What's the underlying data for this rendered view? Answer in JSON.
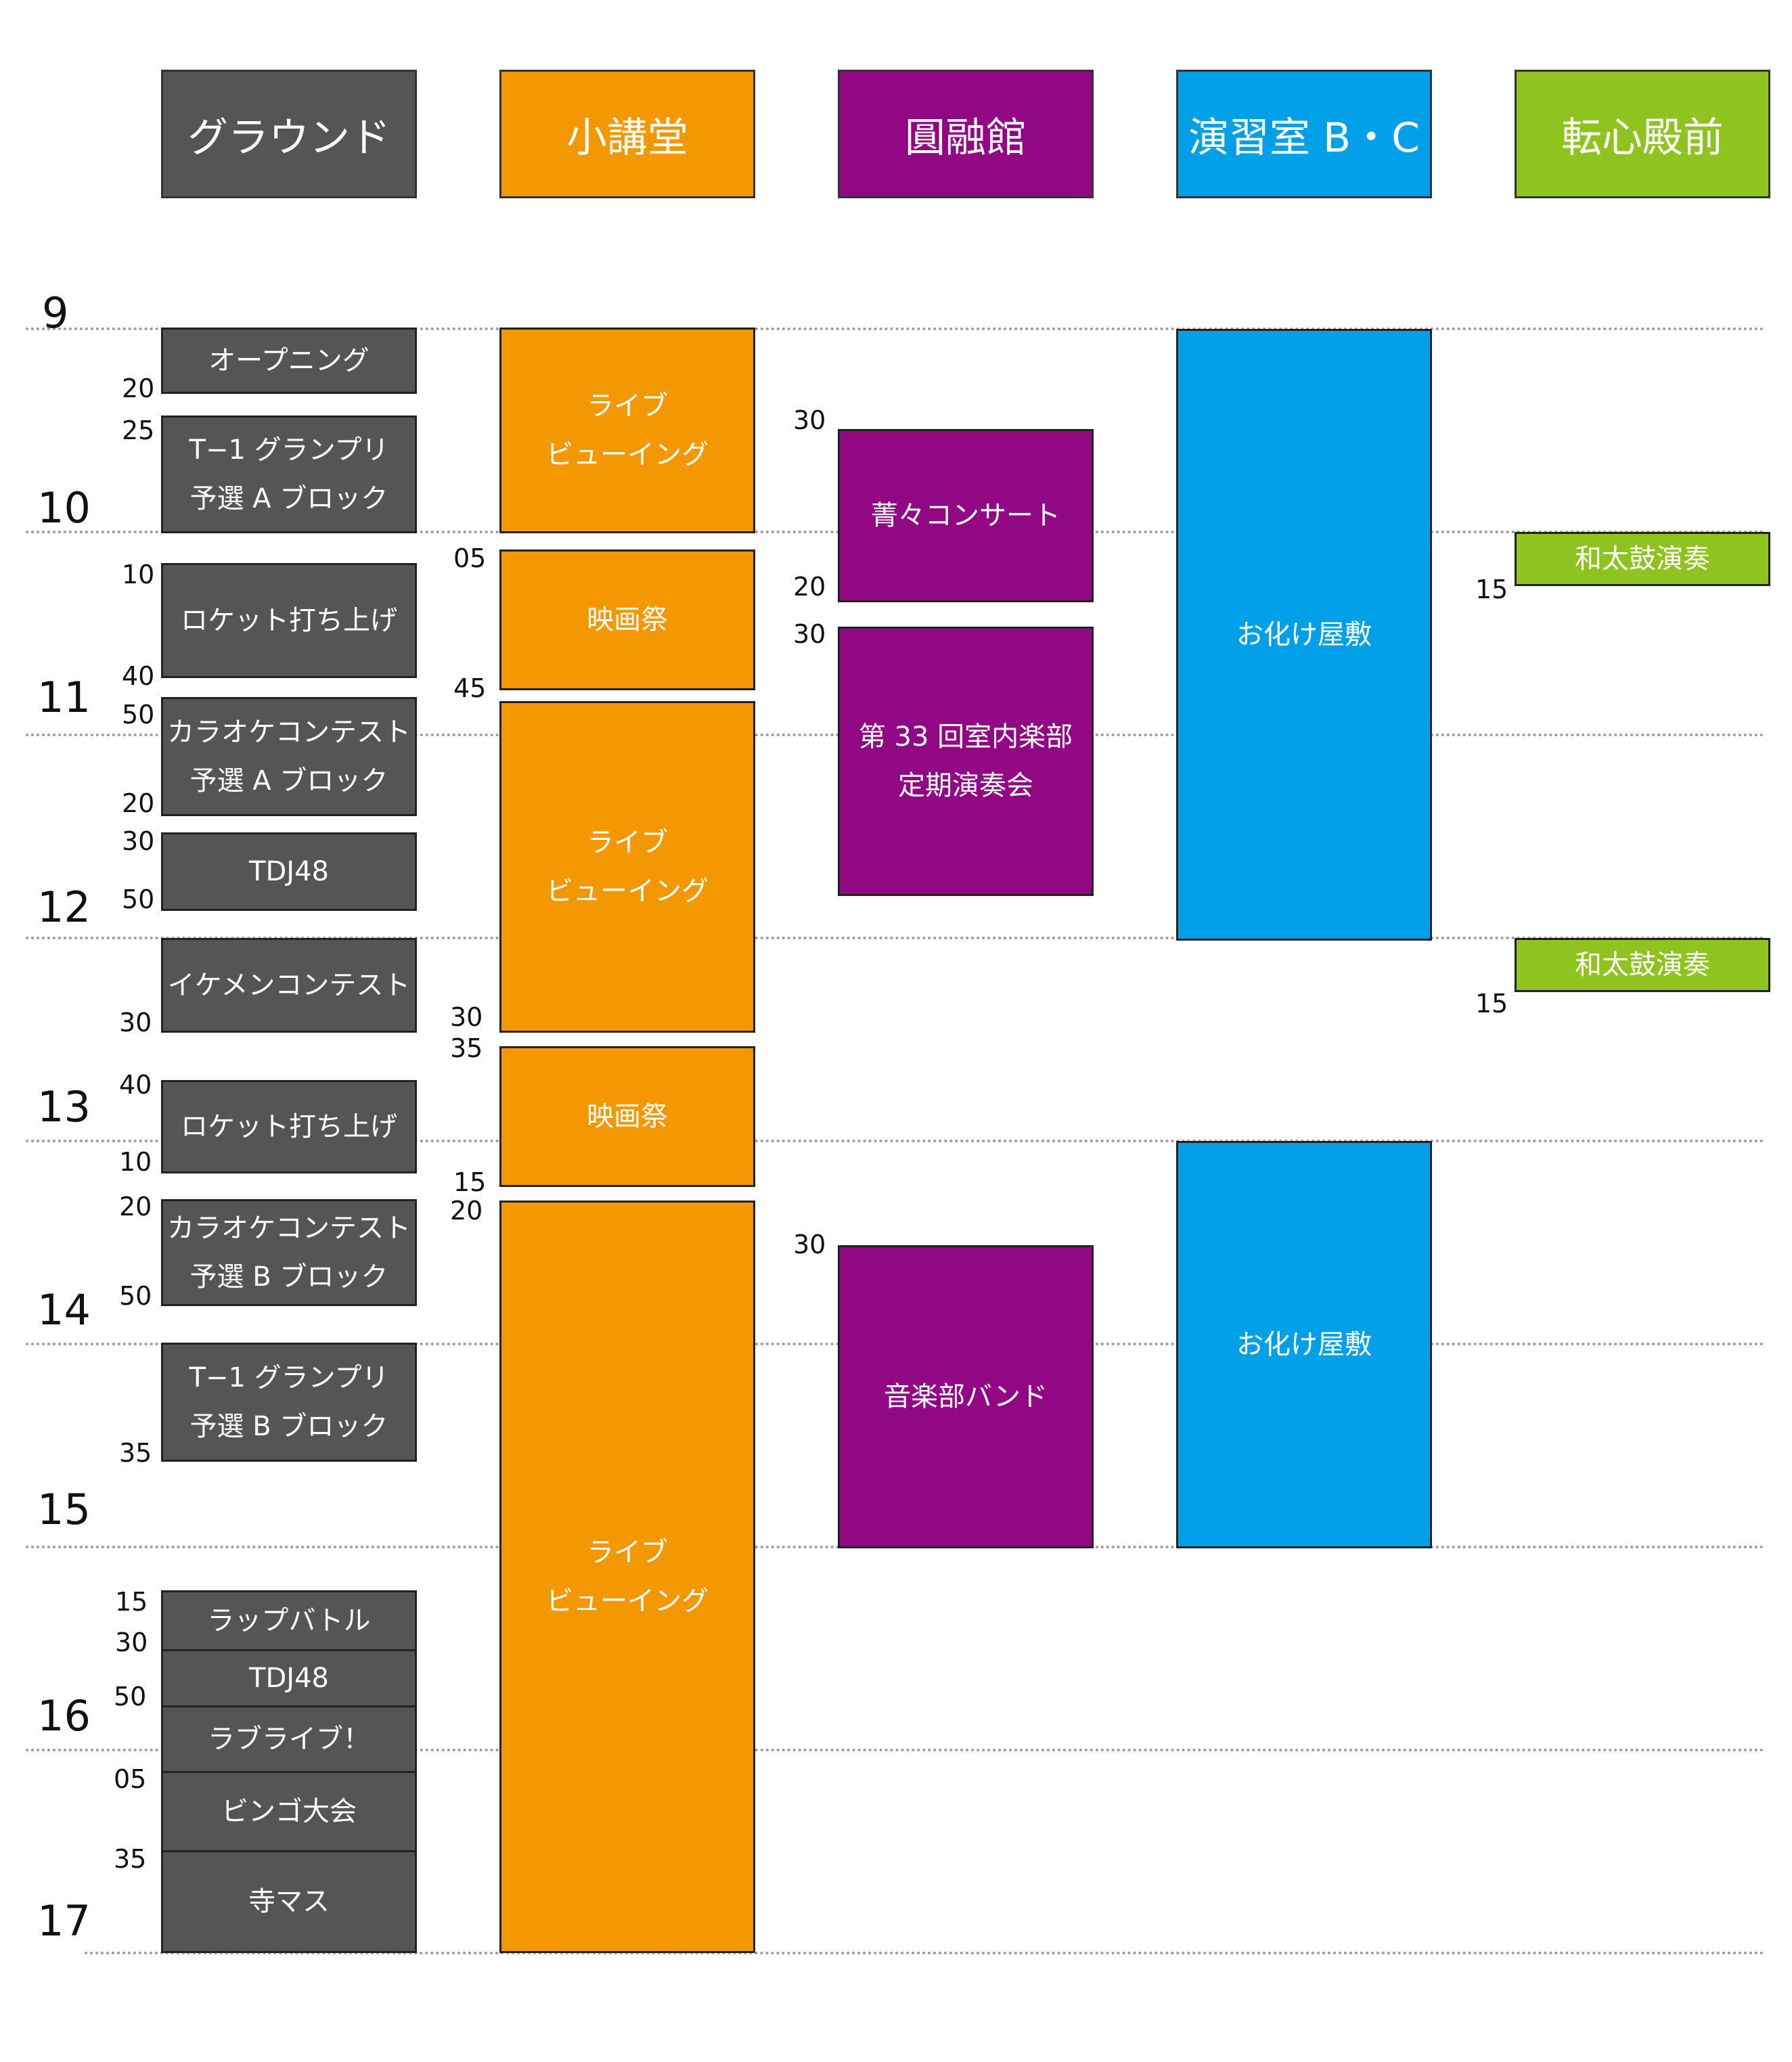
{
  "colors": {
    "ground": "#555555",
    "hall": "#f39800",
    "yuugi": "#920783",
    "practice": "#00a0e9",
    "tenshin": "#8fc31f"
  },
  "headers": [
    "グラウンド",
    "小講堂",
    "圓融館",
    "演習室 B・C",
    "転心殿前"
  ],
  "hours": [
    "9",
    "10",
    "11",
    "12",
    "13",
    "14",
    "15",
    "16",
    "17"
  ],
  "events": [
    {
      "lines": [
        "オープニング"
      ]
    },
    {
      "lines": [
        "T−1 グランプリ",
        "予選 A ブロック"
      ]
    },
    {
      "lines": [
        "ロケット打ち上げ"
      ]
    },
    {
      "lines": [
        "カラオケコンテスト",
        "予選 A ブロック"
      ]
    },
    {
      "lines": [
        "TDJ48"
      ]
    },
    {
      "lines": [
        "イケメンコンテスト"
      ]
    },
    {
      "lines": [
        "ロケット打ち上げ"
      ]
    },
    {
      "lines": [
        "カラオケコンテスト",
        "予選 B ブロック"
      ]
    },
    {
      "lines": [
        "T−1 グランプリ",
        "予選 B ブロック"
      ]
    },
    {
      "lines": [
        "ラップバトル"
      ]
    },
    {
      "lines": [
        "TDJ48"
      ]
    },
    {
      "lines": [
        "ラブライブ！"
      ]
    },
    {
      "lines": [
        "ビンゴ大会"
      ]
    },
    {
      "lines": [
        "寺マス"
      ]
    },
    {
      "lines": [
        "ライブ",
        "ビューイング"
      ]
    },
    {
      "lines": [
        "映画祭"
      ]
    },
    {
      "lines": [
        "ライブ",
        "ビューイング"
      ]
    },
    {
      "lines": [
        "映画祭"
      ]
    },
    {
      "lines": [
        "ライブ",
        "ビューイング"
      ]
    },
    {
      "lines": [
        "菁々コンサート"
      ]
    },
    {
      "lines": [
        "第 33 回室内楽部",
        "定期演奏会"
      ]
    },
    {
      "lines": [
        "音楽部バンド"
      ]
    },
    {
      "lines": [
        "お化け屋敷"
      ]
    },
    {
      "lines": [
        "お化け屋敷"
      ]
    },
    {
      "lines": [
        "和太鼓演奏"
      ]
    },
    {
      "lines": [
        "和太鼓演奏"
      ]
    }
  ],
  "minutes": [
    "20",
    "25",
    "10",
    "40",
    "50",
    "20",
    "30",
    "50",
    "30",
    "40",
    "10",
    "20",
    "50",
    "35",
    "15",
    "30",
    "50",
    "05",
    "35",
    "05",
    "45",
    "30",
    "35",
    "15",
    "20",
    "30",
    "20",
    "30",
    "30",
    "15",
    "15"
  ]
}
